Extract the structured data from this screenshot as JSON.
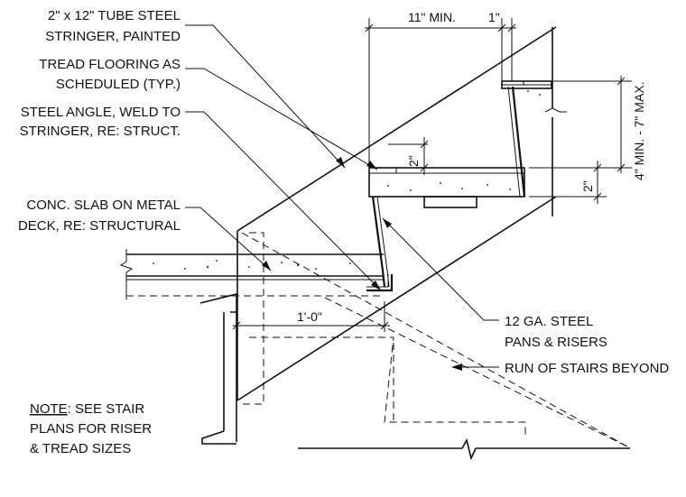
{
  "labels": {
    "stringer_1": "2\" x 12\" TUBE STEEL",
    "stringer_2": "STRINGER, PAINTED",
    "tread_1": "TREAD FLOORING AS",
    "tread_2": "SCHEDULED (TYP.)",
    "angle_1": "STEEL ANGLE, WELD TO",
    "angle_2": "STRINGER, RE: STRUCT.",
    "slab_1": "CONC. SLAB ON METAL",
    "slab_2": "DECK, RE: STRUCTURAL",
    "pans_1": "12 GA. STEEL",
    "pans_2": "PANS & RISERS",
    "run": "RUN OF STAIRS BEYOND",
    "note_word": "NOTE",
    "note_1_rest": ": SEE STAIR",
    "note_2": "PLANS FOR RISER",
    "note_3": "& TREAD SIZES"
  },
  "dimensions": {
    "tread_min": "11\"  MIN.",
    "nosing": "1\"",
    "riser_height": "4\" MIN. - 7\" MAX.",
    "nosing_height": "2\"",
    "pan_depth": "2\"",
    "slab_offset": "1'-0\""
  }
}
